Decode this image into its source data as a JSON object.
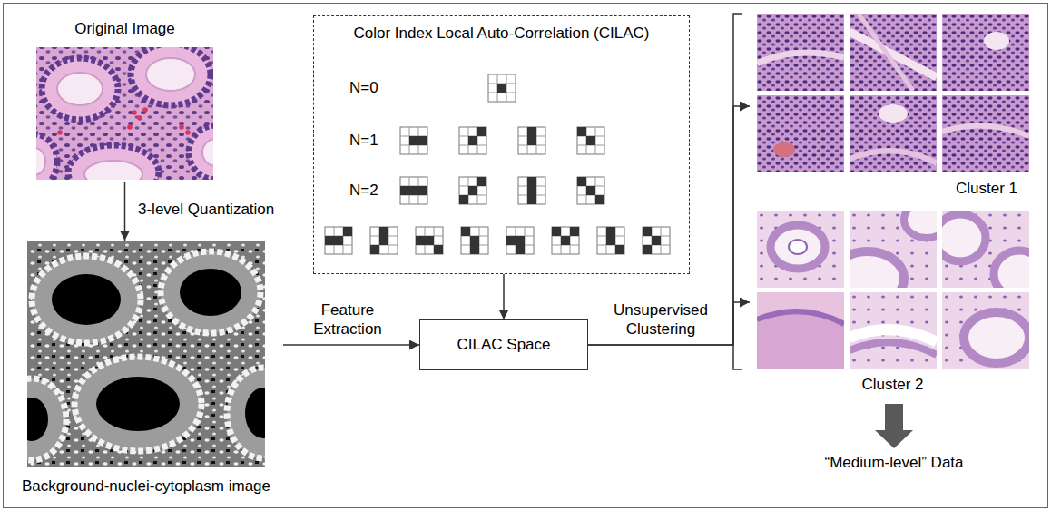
{
  "diagram": {
    "nodes": [
      {
        "text": [
          "Original Image"
        ]
      },
      {
        "text": [
          "Background-nuclei-cytoplasm image"
        ]
      },
      {
        "text": [
          "Color Index Local Auto-Correlation (CILAC)"
        ]
      },
      {
        "text": [
          "CILAC Space"
        ]
      },
      {
        "text": [
          "Cluster 1"
        ]
      },
      {
        "text": [
          "Cluster 2"
        ]
      }
    ],
    "edges": [
      {
        "from": 0,
        "to": 1,
        "arrow": "to",
        "label": "3-level Quantization"
      },
      {
        "from": 1,
        "to": 3,
        "arrow": "to",
        "label": "Feature Extraction"
      },
      {
        "from": 2,
        "to": 3,
        "arrow": "to"
      },
      {
        "from": 3,
        "to": 4,
        "arrow": "to",
        "label": "Unsupervised Clustering"
      },
      {
        "from": 3,
        "to": 5,
        "arrow": "to"
      }
    ],
    "labels": [
      "N=0",
      "N=1",
      "N=2",
      "“Medium-level” Data"
    ]
  }
}
